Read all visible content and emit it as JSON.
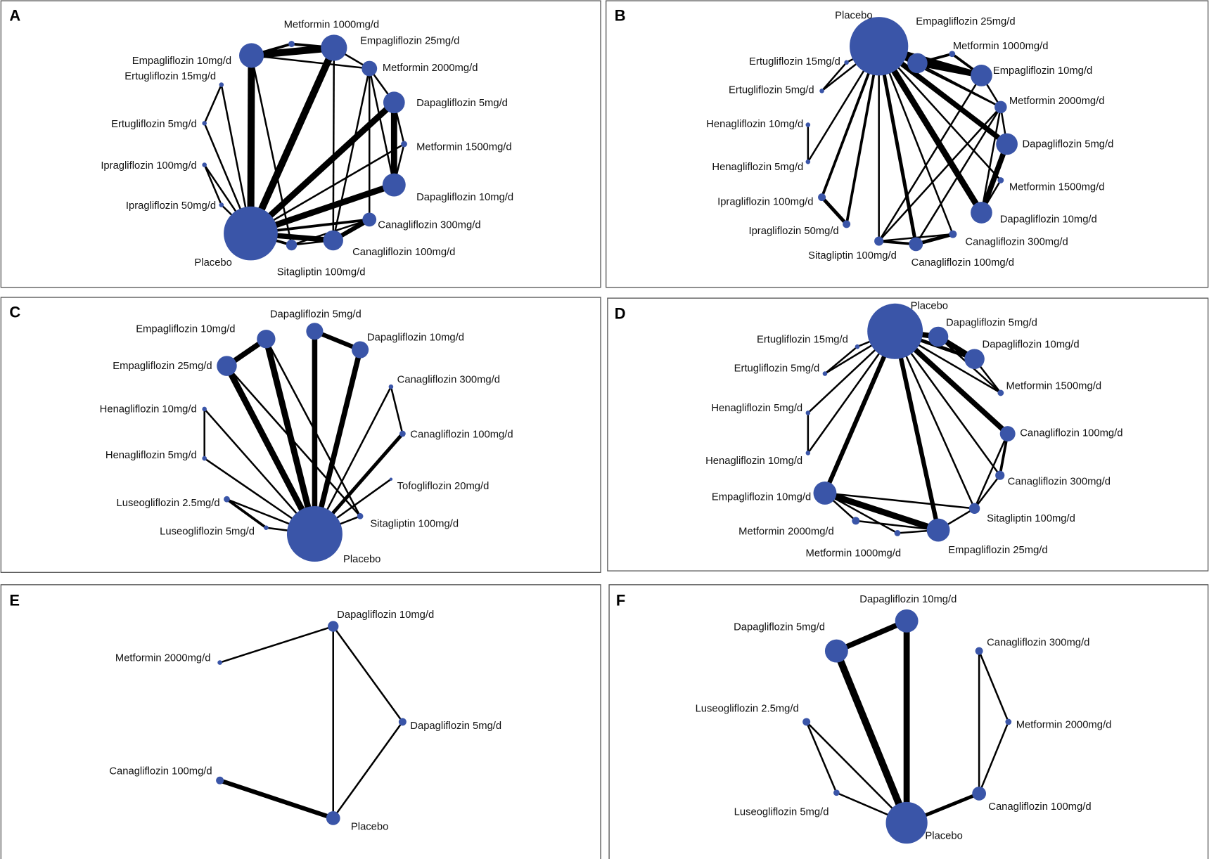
{
  "node_color": "#3a55a8",
  "edge_color": "#000000",
  "panels": [
    {
      "letter": "A",
      "nodes": [
        {
          "id": "placebo",
          "label": "Placebo",
          "weight": 35
        },
        {
          "id": "emp10",
          "label": "Empagliflozin 10mg/d",
          "weight": 16
        },
        {
          "id": "met1000",
          "label": "Metformin 1000mg/d",
          "weight": 4
        },
        {
          "id": "emp25",
          "label": "Empagliflozin 25mg/d",
          "weight": 17
        },
        {
          "id": "met2000",
          "label": "Metformin 2000mg/d",
          "weight": 10
        },
        {
          "id": "dapa5",
          "label": "Dapagliflozin 5mg/d",
          "weight": 14
        },
        {
          "id": "met1500",
          "label": "Metformin 1500mg/d",
          "weight": 4
        },
        {
          "id": "dapa10",
          "label": "Dapagliflozin 10mg/d",
          "weight": 15
        },
        {
          "id": "cana300",
          "label": "Canagliflozin 300mg/d",
          "weight": 9
        },
        {
          "id": "cana100",
          "label": "Canagliflozin 100mg/d",
          "weight": 13
        },
        {
          "id": "sita100",
          "label": "Sitagliptin 100mg/d",
          "weight": 7
        },
        {
          "id": "ipra50",
          "label": "Ipragliflozin 50mg/d",
          "weight": 3
        },
        {
          "id": "ipra100",
          "label": "Ipragliflozin 100mg/d",
          "weight": 3
        },
        {
          "id": "ertu5",
          "label": "Ertugliflozin 5mg/d",
          "weight": 3
        },
        {
          "id": "ertu15",
          "label": "Ertugliflozin 15mg/d",
          "weight": 3
        }
      ],
      "edges": [
        [
          "placebo",
          "emp10",
          8
        ],
        [
          "placebo",
          "emp25",
          8
        ],
        [
          "placebo",
          "dapa5",
          7
        ],
        [
          "placebo",
          "dapa10",
          7
        ],
        [
          "placebo",
          "cana100",
          6
        ],
        [
          "placebo",
          "cana300",
          3
        ],
        [
          "placebo",
          "sita100",
          3
        ],
        [
          "placebo",
          "ertu5",
          2
        ],
        [
          "placebo",
          "ertu15",
          2
        ],
        [
          "placebo",
          "ipra100",
          2
        ],
        [
          "placebo",
          "ipra50",
          2
        ],
        [
          "ipra100",
          "ipra50",
          2
        ],
        [
          "ertu15",
          "ertu5",
          2
        ],
        [
          "emp10",
          "emp25",
          8
        ],
        [
          "emp10",
          "met1000",
          3
        ],
        [
          "met1000",
          "emp25",
          3
        ],
        [
          "emp10",
          "met2000",
          2
        ],
        [
          "emp25",
          "met2000",
          2
        ],
        [
          "emp10",
          "sita100",
          2
        ],
        [
          "emp25",
          "cana100",
          2
        ],
        [
          "met2000",
          "dapa5",
          2
        ],
        [
          "met2000",
          "dapa10",
          2
        ],
        [
          "met2000",
          "cana300",
          2
        ],
        [
          "met2000",
          "cana100",
          2
        ],
        [
          "dapa5",
          "dapa10",
          7
        ],
        [
          "dapa5",
          "met1500",
          2
        ],
        [
          "met1500",
          "dapa10",
          2
        ],
        [
          "met1500",
          "placebo",
          2
        ],
        [
          "cana300",
          "cana100",
          5
        ],
        [
          "cana300",
          "sita100",
          2
        ],
        [
          "cana100",
          "sita100",
          2
        ]
      ]
    },
    {
      "letter": "B",
      "nodes": [
        {
          "id": "placebo",
          "label": "Placebo",
          "weight": 38
        },
        {
          "id": "emp25",
          "label": "Empagliflozin 25mg/d",
          "weight": 13
        },
        {
          "id": "met1000",
          "label": "Metformin 1000mg/d",
          "weight": 4
        },
        {
          "id": "emp10",
          "label": "Empagliflozin 10mg/d",
          "weight": 14
        },
        {
          "id": "met2000",
          "label": "Metformin 2000mg/d",
          "weight": 8
        },
        {
          "id": "dapa5",
          "label": "Dapagliflozin 5mg/d",
          "weight": 14
        },
        {
          "id": "met1500",
          "label": "Metformin 1500mg/d",
          "weight": 4
        },
        {
          "id": "dapa10",
          "label": "Dapagliflozin 10mg/d",
          "weight": 14
        },
        {
          "id": "cana300",
          "label": "Canagliflozin 300mg/d",
          "weight": 5
        },
        {
          "id": "cana100",
          "label": "Canagliflozin 100mg/d",
          "weight": 9
        },
        {
          "id": "sita100",
          "label": "Sitagliptin 100mg/d",
          "weight": 6
        },
        {
          "id": "ipra50",
          "label": "Ipragliflozin 50mg/d",
          "weight": 5
        },
        {
          "id": "ipra100",
          "label": "Ipragliflozin 100mg/d",
          "weight": 5
        },
        {
          "id": "hena5",
          "label": "Henagliflozin 5mg/d",
          "weight": 3
        },
        {
          "id": "hena10",
          "label": "Henagliflozin 10mg/d",
          "weight": 3
        },
        {
          "id": "ertu5",
          "label": "Ertugliflozin 5mg/d",
          "weight": 3
        },
        {
          "id": "ertu15",
          "label": "Ertugliflozin 15mg/d",
          "weight": 3
        }
      ],
      "edges": [
        [
          "placebo",
          "emp25",
          6
        ],
        [
          "placebo",
          "emp10",
          6
        ],
        [
          "placebo",
          "met2000",
          2
        ],
        [
          "placebo",
          "dapa5",
          6
        ],
        [
          "placebo",
          "dapa10",
          7
        ],
        [
          "placebo",
          "met1500",
          2
        ],
        [
          "placebo",
          "cana300",
          2
        ],
        [
          "placebo",
          "cana100",
          4
        ],
        [
          "placebo",
          "sita100",
          2
        ],
        [
          "placebo",
          "ipra50",
          3
        ],
        [
          "placebo",
          "ipra100",
          3
        ],
        [
          "placebo",
          "hena5",
          2
        ],
        [
          "placebo",
          "ertu5",
          2
        ],
        [
          "placebo",
          "ertu15",
          2
        ],
        [
          "emp25",
          "met1000",
          3
        ],
        [
          "met1000",
          "emp10",
          3
        ],
        [
          "emp25",
          "emp10",
          6
        ],
        [
          "emp10",
          "met2000",
          2
        ],
        [
          "emp25",
          "met2000",
          2
        ],
        [
          "dapa5",
          "dapa10",
          6
        ],
        [
          "met2000",
          "dapa5",
          2
        ],
        [
          "met2000",
          "dapa10",
          2
        ],
        [
          "met2000",
          "sita100",
          2
        ],
        [
          "met2000",
          "cana100",
          2
        ],
        [
          "emp10",
          "sita100",
          2
        ],
        [
          "ipra100",
          "ipra50",
          4
        ],
        [
          "hena10",
          "hena5",
          2
        ],
        [
          "ertu15",
          "ertu5",
          2
        ],
        [
          "cana300",
          "cana100",
          4
        ],
        [
          "sita100",
          "cana100",
          3
        ],
        [
          "sita100",
          "cana300",
          2
        ],
        [
          "met1500",
          "dapa10",
          2
        ]
      ]
    },
    {
      "letter": "C",
      "nodes": [
        {
          "id": "placebo",
          "label": "Placebo",
          "weight": 36
        },
        {
          "id": "emp10",
          "label": "Empagliflozin 10mg/d",
          "weight": 12
        },
        {
          "id": "dapa5",
          "label": "Dapagliflozin 5mg/d",
          "weight": 11
        },
        {
          "id": "dapa10",
          "label": "Dapagliflozin 10mg/d",
          "weight": 11
        },
        {
          "id": "emp25",
          "label": "Empagliflozin 25mg/d",
          "weight": 13
        },
        {
          "id": "cana300",
          "label": "Canagliflozin 300mg/d",
          "weight": 3
        },
        {
          "id": "cana100",
          "label": "Canagliflozin 100mg/d",
          "weight": 4
        },
        {
          "id": "tofo20",
          "label": "Tofogliflozin 20mg/d",
          "weight": 2
        },
        {
          "id": "sita100",
          "label": "Sitagliptin 100mg/d",
          "weight": 4
        },
        {
          "id": "hena10",
          "label": "Henagliflozin 10mg/d",
          "weight": 3
        },
        {
          "id": "hena5",
          "label": "Henagliflozin 5mg/d",
          "weight": 3
        },
        {
          "id": "luseo25",
          "label": "Luseogliflozin  2.5mg/d",
          "weight": 4
        },
        {
          "id": "luseo5",
          "label": "Luseogliflozin  5mg/d",
          "weight": 3
        }
      ],
      "edges": [
        [
          "placebo",
          "emp10",
          7
        ],
        [
          "placebo",
          "emp25",
          7
        ],
        [
          "placebo",
          "dapa5",
          6
        ],
        [
          "placebo",
          "dapa10",
          6
        ],
        [
          "emp10",
          "emp25",
          6
        ],
        [
          "dapa5",
          "dapa10",
          5
        ],
        [
          "placebo",
          "cana100",
          4
        ],
        [
          "placebo",
          "cana300",
          2
        ],
        [
          "cana300",
          "cana100",
          2
        ],
        [
          "placebo",
          "tofo20",
          2
        ],
        [
          "placebo",
          "sita100",
          2
        ],
        [
          "emp10",
          "sita100",
          2
        ],
        [
          "emp25",
          "sita100",
          2
        ],
        [
          "placebo",
          "hena10",
          2
        ],
        [
          "hena10",
          "hena5",
          2
        ],
        [
          "hena5",
          "placebo",
          2
        ],
        [
          "luseo25",
          "luseo5",
          3
        ],
        [
          "luseo25",
          "placebo",
          2
        ],
        [
          "luseo5",
          "placebo",
          2
        ]
      ]
    },
    {
      "letter": "D",
      "nodes": [
        {
          "id": "placebo",
          "label": "Placebo",
          "weight": 36
        },
        {
          "id": "dapa5",
          "label": "Dapagliflozin 5mg/d",
          "weight": 13
        },
        {
          "id": "dapa10",
          "label": "Dapagliflozin 10mg/d",
          "weight": 13
        },
        {
          "id": "met1500",
          "label": "Metformin 1500mg/d",
          "weight": 4
        },
        {
          "id": "cana100",
          "label": "Canagliflozin 100mg/d",
          "weight": 10
        },
        {
          "id": "cana300",
          "label": "Canagliflozin 300mg/d",
          "weight": 6
        },
        {
          "id": "sita100",
          "label": "Sitagliptin 100mg/d",
          "weight": 7
        },
        {
          "id": "emp25",
          "label": "Empagliflozin 25mg/d",
          "weight": 15
        },
        {
          "id": "met1000",
          "label": "Metformin 1000mg/d",
          "weight": 4
        },
        {
          "id": "met2000",
          "label": "Metformin 2000mg/d",
          "weight": 5
        },
        {
          "id": "emp10",
          "label": "Empagliflozin 10mg/d",
          "weight": 15
        },
        {
          "id": "hena10",
          "label": "Henagliflozin 10mg/d",
          "weight": 3
        },
        {
          "id": "hena5",
          "label": "Henagliflozin 5mg/d",
          "weight": 3
        },
        {
          "id": "ertu5",
          "label": "Ertugliflozin 5mg/d",
          "weight": 3
        },
        {
          "id": "ertu15",
          "label": "Ertugliflozin 15mg/d",
          "weight": 3
        }
      ],
      "edges": [
        [
          "placebo",
          "dapa5",
          6
        ],
        [
          "placebo",
          "dapa10",
          4
        ],
        [
          "dapa5",
          "dapa10",
          6
        ],
        [
          "dapa10",
          "met1500",
          2
        ],
        [
          "placebo",
          "met1500",
          2
        ],
        [
          "dapa5",
          "met1500",
          2
        ],
        [
          "placebo",
          "cana100",
          6
        ],
        [
          "placebo",
          "cana300",
          2
        ],
        [
          "placebo",
          "sita100",
          2
        ],
        [
          "placebo",
          "emp25",
          5
        ],
        [
          "placebo",
          "emp10",
          5
        ],
        [
          "placebo",
          "hena10",
          2
        ],
        [
          "placebo",
          "hena5",
          2
        ],
        [
          "hena5",
          "hena10",
          2
        ],
        [
          "placebo",
          "ertu5",
          2
        ],
        [
          "placebo",
          "ertu15",
          2
        ],
        [
          "ertu15",
          "ertu5",
          2
        ],
        [
          "cana100",
          "cana300",
          3
        ],
        [
          "cana100",
          "sita100",
          2
        ],
        [
          "cana300",
          "sita100",
          2
        ],
        [
          "emp10",
          "emp25",
          7
        ],
        [
          "emp10",
          "sita100",
          2
        ],
        [
          "emp10",
          "met2000",
          2
        ],
        [
          "emp10",
          "met1000",
          2
        ],
        [
          "emp25",
          "met1000",
          2
        ],
        [
          "emp25",
          "met2000",
          2
        ],
        [
          "emp25",
          "sita100",
          2
        ]
      ]
    },
    {
      "letter": "E",
      "nodes": [
        {
          "id": "dapa10",
          "label": "Dapagliflozin 10mg/d",
          "weight": 7
        },
        {
          "id": "met2000",
          "label": "Metformin 2000mg/d",
          "weight": 3
        },
        {
          "id": "dapa5",
          "label": "Dapagliflozin 5mg/d",
          "weight": 5
        },
        {
          "id": "cana100",
          "label": "Canagliflozin 100mg/d",
          "weight": 5
        },
        {
          "id": "placebo",
          "label": "Placebo",
          "weight": 9
        }
      ],
      "edges": [
        [
          "met2000",
          "dapa10",
          2
        ],
        [
          "dapa10",
          "dapa5",
          2
        ],
        [
          "dapa10",
          "placebo",
          2
        ],
        [
          "dapa5",
          "placebo",
          2
        ],
        [
          "cana100",
          "placebo",
          5
        ]
      ]
    },
    {
      "letter": "F",
      "nodes": [
        {
          "id": "dapa10",
          "label": "Dapagliflozin 10mg/d",
          "weight": 15
        },
        {
          "id": "dapa5",
          "label": "Dapagliflozin 5mg/d",
          "weight": 15
        },
        {
          "id": "cana300",
          "label": "Canagliflozin 300mg/d",
          "weight": 5
        },
        {
          "id": "met2000",
          "label": "Metformin 2000mg/d",
          "weight": 4
        },
        {
          "id": "cana100",
          "label": "Canagliflozin 100mg/d",
          "weight": 9
        },
        {
          "id": "placebo",
          "label": "Placebo",
          "weight": 27
        },
        {
          "id": "luseo25",
          "label": "Luseogliflozin  2.5mg/d",
          "weight": 5
        },
        {
          "id": "luseo5",
          "label": "Luseogliflozin  5mg/d",
          "weight": 4
        }
      ],
      "edges": [
        [
          "dapa5",
          "dapa10",
          6
        ],
        [
          "placebo",
          "dapa10",
          7
        ],
        [
          "placebo",
          "dapa5",
          8
        ],
        [
          "cana300",
          "met2000",
          2
        ],
        [
          "met2000",
          "cana100",
          2
        ],
        [
          "cana300",
          "cana100",
          2
        ],
        [
          "cana100",
          "placebo",
          4
        ],
        [
          "luseo25",
          "luseo5",
          2
        ],
        [
          "luseo25",
          "placebo",
          2
        ],
        [
          "luseo5",
          "placebo",
          2
        ]
      ]
    }
  ]
}
